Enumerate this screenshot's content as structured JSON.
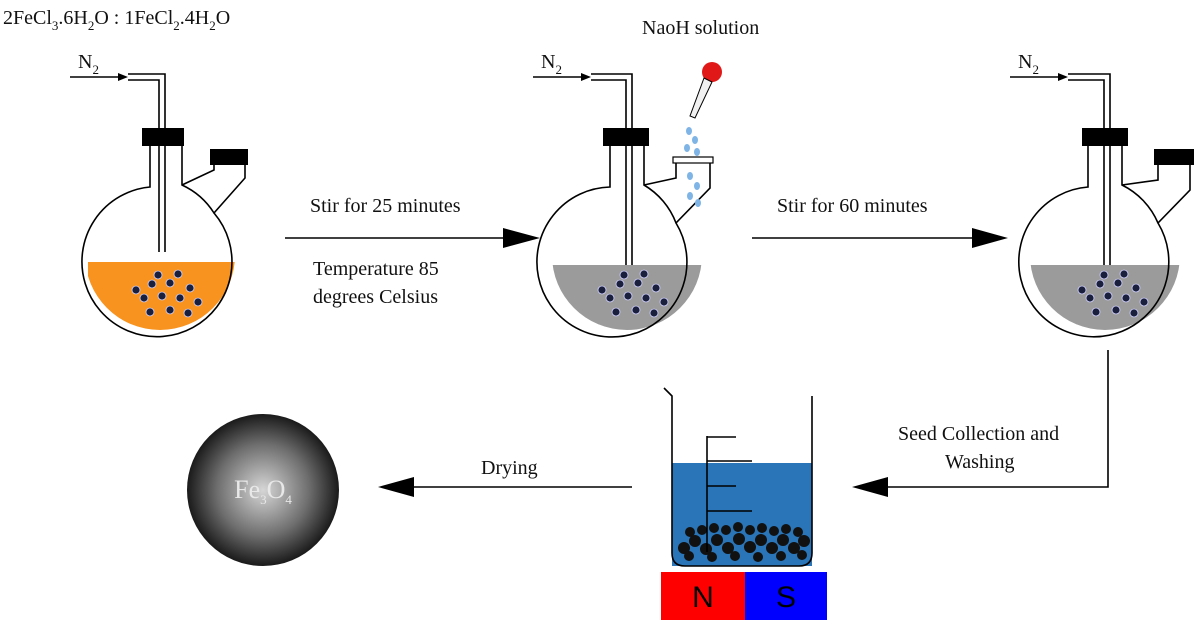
{
  "reactants": {
    "fecl3_coef": "2FeCl",
    "fecl3_sub": "3",
    "fecl3_water": ".6H",
    "fecl3_water_sub": "2",
    "fecl3_o": "O : ",
    "fecl2_coef": "1FeCl",
    "fecl2_sub": "2",
    "fecl2_water": ".4H",
    "fecl2_water_sub": "2",
    "fecl2_o": "O"
  },
  "nitrogen": {
    "symbol": "N",
    "subscript": "2"
  },
  "naoh_label": "NaoH solution",
  "steps": {
    "step1_line1": "Stir for 25 minutes",
    "step1_line2": "Temperature 85",
    "step1_line3": "degrees Celsius",
    "step2": "Stir for 60 minutes",
    "step3_line1": "Seed Collection and",
    "step3_line2": "Washing",
    "step4": "Drying"
  },
  "magnet": {
    "north": "N",
    "south": "S"
  },
  "product": {
    "base": "Fe",
    "sub1": "3",
    "mid": "O",
    "sub2": "4"
  },
  "colors": {
    "orange_solution": "#f7931e",
    "gray_solution": "#9b9b9b",
    "beaker_water": "#2a75b8",
    "magnet_north": "#ff0000",
    "magnet_south": "#0000ff",
    "particle": "#1a1f3c",
    "droplet": "#7fb5e6",
    "dropper_bulb": "#e01818"
  }
}
